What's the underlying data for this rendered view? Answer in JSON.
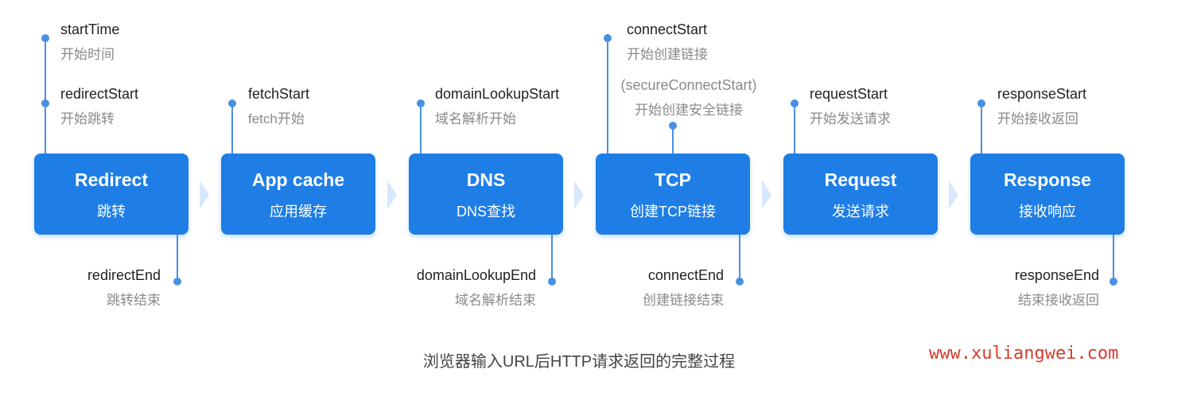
{
  "stages": [
    {
      "title": "Redirect",
      "subtitle": "跳转"
    },
    {
      "title": "App cache",
      "subtitle": "应用缓存"
    },
    {
      "title": "DNS",
      "subtitle": "DNS查找"
    },
    {
      "title": "TCP",
      "subtitle": "创建TCP链接"
    },
    {
      "title": "Request",
      "subtitle": "发送请求"
    },
    {
      "title": "Response",
      "subtitle": "接收响应"
    }
  ],
  "events": {
    "startTime": {
      "en": "startTime",
      "zh": "开始时间"
    },
    "redirectStart": {
      "en": "redirectStart",
      "zh": "开始跳转"
    },
    "redirectEnd": {
      "en": "redirectEnd",
      "zh": "跳转结束"
    },
    "fetchStart": {
      "en": "fetchStart",
      "zh": "fetch开始"
    },
    "domainLookupStart": {
      "en": "domainLookupStart",
      "zh": "域名解析开始"
    },
    "domainLookupEnd": {
      "en": "domainLookupEnd",
      "zh": "域名解析结束"
    },
    "connectStart": {
      "en": "connectStart",
      "zh": "开始创建链接"
    },
    "secureConnectStart": {
      "en": "(secureConnectStart)",
      "zh": "开始创建安全链接"
    },
    "connectEnd": {
      "en": "connectEnd",
      "zh": "创建链接结束"
    },
    "requestStart": {
      "en": "requestStart",
      "zh": "开始发送请求"
    },
    "responseStart": {
      "en": "responseStart",
      "zh": "开始接收返回"
    },
    "responseEnd": {
      "en": "responseEnd",
      "zh": "结束接收返回"
    }
  },
  "caption": "浏览器输入URL后HTTP请求返回的完整过程",
  "watermark": "www.xuliangwei.com",
  "colors": {
    "box": "#1e7ee6",
    "line": "#4a90e2",
    "arrow": "#d6e8fb",
    "watermark": "#d93a2b"
  }
}
